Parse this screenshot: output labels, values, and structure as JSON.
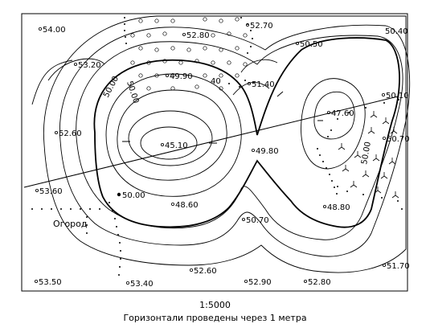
{
  "map": {
    "place_label": "Огород",
    "contour_labels": [
      "50.00",
      "50.00",
      "50.00",
      "40"
    ],
    "spot_heights": [
      {
        "id": "s1",
        "label": "54.00"
      },
      {
        "id": "s2",
        "label": "52.80"
      },
      {
        "id": "s3",
        "label": "52.70"
      },
      {
        "id": "s4",
        "label": "50.40"
      },
      {
        "id": "s5",
        "label": "50.50"
      },
      {
        "id": "s6",
        "label": "53.20"
      },
      {
        "id": "s7",
        "label": "49.90"
      },
      {
        "id": "s8",
        "label": "51.40"
      },
      {
        "id": "s9",
        "label": "50.10"
      },
      {
        "id": "s10",
        "label": "47.60"
      },
      {
        "id": "s11",
        "label": "52.60"
      },
      {
        "id": "s12",
        "label": "45.10"
      },
      {
        "id": "s13",
        "label": "49.80"
      },
      {
        "id": "s14",
        "label": "50.70"
      },
      {
        "id": "s15",
        "label": "53.60"
      },
      {
        "id": "s16",
        "label": "50.00"
      },
      {
        "id": "s17",
        "label": "48.60"
      },
      {
        "id": "s18",
        "label": "48.80"
      },
      {
        "id": "s19",
        "label": "50.70"
      },
      {
        "id": "s20",
        "label": "51.70"
      },
      {
        "id": "s21",
        "label": "52.60"
      },
      {
        "id": "s22",
        "label": "53.50"
      },
      {
        "id": "s23",
        "label": "53.40"
      },
      {
        "id": "s24",
        "label": "52.90"
      },
      {
        "id": "s25",
        "label": "52.80"
      }
    ]
  },
  "caption": {
    "scale": "1:5000",
    "note": "Горизонтали проведены через 1 метра"
  }
}
